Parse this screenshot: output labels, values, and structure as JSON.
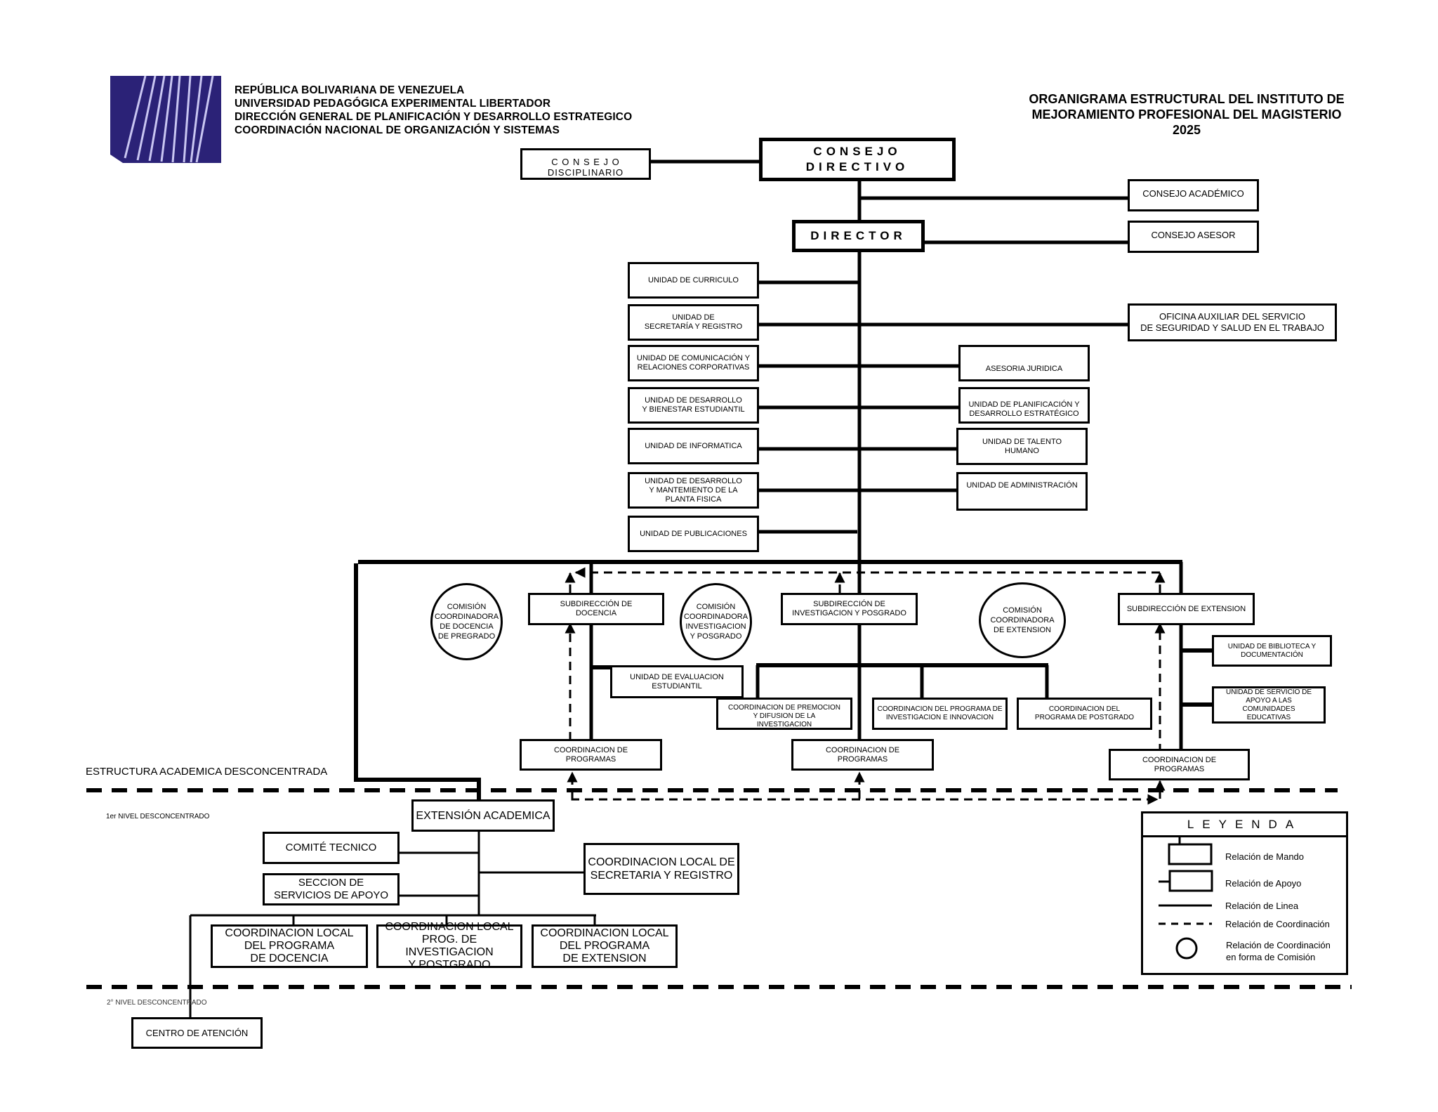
{
  "header": {
    "lines": [
      "REPÚBLICA BOLIVARIANA DE VENEZUELA",
      "UNIVERSIDAD PEDAGÓGICA EXPERIMENTAL LIBERTADOR",
      "DIRECCIÓN GENERAL DE PLANIFICACIÓN Y DESARROLLO ESTRATEGICO",
      "COORDINACIÓN NACIONAL DE ORGANIZACIÓN Y SISTEMAS"
    ],
    "logo_color": "#2b2277",
    "logo_stripe_color": "#c9c6f2"
  },
  "title": {
    "line1": "ORGANIGRAMA ESTRUCTURAL DEL INSTITUTO DE",
    "line2": "MEJORAMIENTO PROFESIONAL DEL MAGISTERIO",
    "year": "2025"
  },
  "top": {
    "consejo_directivo": "CONSEJO\nDIRECTIVO",
    "consejo_disciplinario": "C O N S E J O\nDISCIPLINARIO",
    "director": "DIRECTOR",
    "consejo_academico": "CONSEJO ACADÉMICO",
    "consejo_asesor": "CONSEJO  ASESOR",
    "oficina_auxiliar": "OFICINA  AUXILIAR DEL SERVICIO\nDE SEGURIDAD Y SALUD EN EL TRABAJO"
  },
  "units_left": [
    "UNIDAD   DE CURRICULO",
    "UNIDAD  DE\nSECRETARÍA Y REGISTRO",
    "UNIDAD  DE COMUNICACIÓN Y\nRELACIONES CORPORATIVAS",
    "UNIDAD  DE DESARROLLO\nY  BIENESTAR ESTUDIANTIL",
    "UNIDAD DE INFORMATICA",
    "UNIDAD  DE DESARROLLO\nY MANTEMIENTO DE LA\nPLANTA FISICA",
    "UNIDAD DE PUBLICACIONES"
  ],
  "units_right": [
    "ASESORIA JURIDICA",
    "UNIDAD DE PLANIFICACIÓN Y\nDESARROLLO ESTRATÉGICO",
    "UNIDAD DE TALENTO\nHUMANO",
    "UNIDAD DE ADMINISTRACIÓN"
  ],
  "academic": {
    "comision_docencia": "COMISIÓN\nCOORDINADORA\nDE DOCENCIA\nDE PREGRADO",
    "subdireccion_docencia": "SUBDIRECCIÓN DE\nDOCENCIA",
    "comision_investigacion": "COMISIÓN\nCOORDINADORA\nINVESTIGACION\nY POSGRADO",
    "subdireccion_investigacion": "SUBDIRECCIÓN  DE\nINVESTIGACION Y POSGRADO",
    "comision_extension": "COMISIÓN\nCOORDINADORA\nDE EXTENSION",
    "subdireccion_extension": "SUBDIRECCIÓN DE  EXTENSION",
    "unidad_evaluacion": "UNIDAD DE EVALUACION\nESTUDIANTIL",
    "coord_premocion": "COORDINACION DE PREMOCION\nY DIFUSION DE LA\nINVESTIGACION",
    "coord_investigacion_innovacion": "COORDINACION DEL PROGRAMA DE\nINVESTIGACION E INNOVACION",
    "coord_postgrado": "COORDINACION DEL\nPROGRAMA  DE POSTGRADO",
    "unidad_biblioteca": "UNIDAD DE BIBLIOTECA  Y\nDOCUMENTACIÓN",
    "unidad_servicio_apoyo": "UNIDAD DE SERVICIO DE\nAPOYO A LAS\nCOMUNIDADES\nEDUCATIVAS",
    "coord_programas_docencia": "COORDINACION DE\nPROGRAMAS",
    "coord_programas_investigacion": "COORDINACION DE\nPROGRAMAS",
    "coord_programas_extension": "COORDINACION DE\nPROGRAMAS"
  },
  "deconcentrated": {
    "section_label": "ESTRUCTURA ACADEMICA DESCONCENTRADA",
    "level1_label": "1er NIVEL DESCONCENTRADO",
    "level2_label": "2° NIVEL DESCONCENTRADO",
    "extension_academica": "EXTENSIÓN ACADEMICA",
    "comite_tecnico": "COMITÉ TECNICO",
    "seccion_servicios": "SECCION  DE\nSERVICIOS DE APOYO",
    "coord_local_secretaria": "COORDINACION LOCAL DE\nSECRETARIA Y REGISTRO",
    "coord_local_docencia": "COORDINACION LOCAL\nDEL PROGRAMA\nDE DOCENCIA",
    "coord_local_investigacion": "COORDINACION LOCAL\nPROG. DE INVESTIGACION\nY POSTGRADO",
    "coord_local_extension": "COORDINACION LOCAL\nDEL PROGRAMA\nDE EXTENSION",
    "centro_atencion": "CENTRO DE ATENCIÓN"
  },
  "legend": {
    "title": "LEYENDA",
    "items": [
      "Relación  de  Mando",
      "Relación de  Apoyo",
      "Relación  de  Linea",
      "Relación  de Coordinación",
      "Relación  de Coordinación\nen forma de Comisión"
    ]
  }
}
